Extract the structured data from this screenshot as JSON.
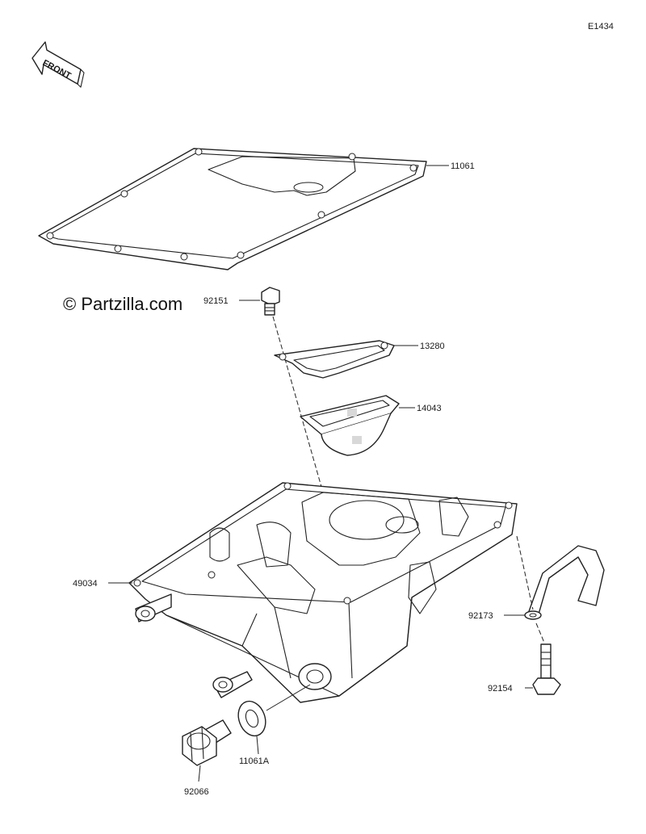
{
  "diagram_code": "E1434",
  "front_label": "FRONT",
  "watermark": "© Partzilla.com",
  "parts": [
    {
      "number": "11061"
    },
    {
      "number": "92151"
    },
    {
      "number": "13280"
    },
    {
      "number": "14043"
    },
    {
      "number": "49034"
    },
    {
      "number": "92173"
    },
    {
      "number": "92154"
    },
    {
      "number": "11061A"
    },
    {
      "number": "92066"
    }
  ]
}
